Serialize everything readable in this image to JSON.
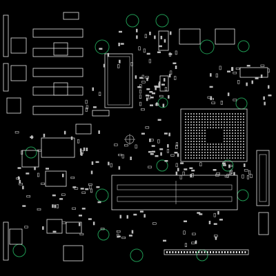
{
  "board": {
    "background": "#000000",
    "silkscreen_color": "#e6e6e6",
    "pad_color": "#bdbdbd",
    "mounting_hole_color": "#1f9a53",
    "visible_text": []
  },
  "components": {
    "bga_chip": {
      "type": "bga-package"
    },
    "dimm_slot": {
      "type": "memory-slot-connector"
    },
    "large_ic_top_center": {
      "type": "qfn-ic"
    },
    "vertical_connector_right": {
      "type": "edge-connector"
    },
    "bottom_header": {
      "type": "pin-header"
    },
    "left_connectors": {
      "type": "port-connector"
    },
    "mounting_holes": {
      "type": "mounting-hole"
    },
    "fiducial": {
      "type": "fiducial-crosshair"
    }
  }
}
